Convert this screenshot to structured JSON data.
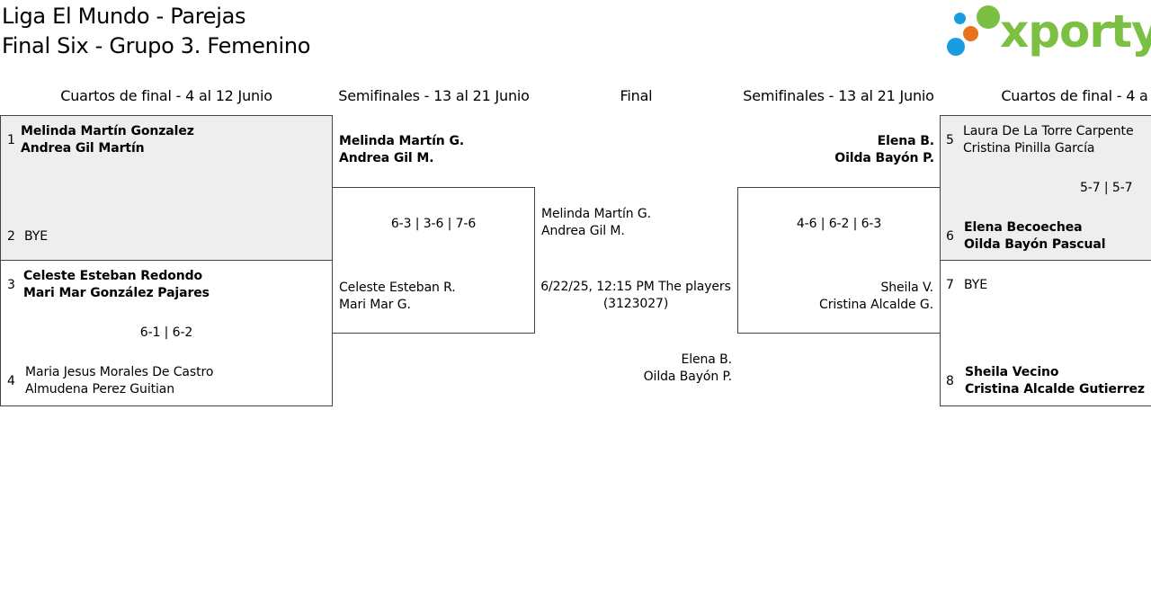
{
  "header": {
    "title_line1": "Liga El Mundo - Parejas",
    "title_line2": "Final Six - Grupo 3. Femenino"
  },
  "logo": {
    "text": "xporty",
    "colors": {
      "text": "#7bc043",
      "dot_blue": "#1a9ce0",
      "dot_orange": "#e8731a",
      "dot_green": "#7bc043"
    }
  },
  "columns": {
    "qf_left": "Cuartos de final - 4 al 12 Junio",
    "sf_left": "Semifinales - 13 al 21 Junio",
    "final": "Final",
    "sf_right": "Semifinales - 13 al 21 Junio",
    "qf_right": "Cuartos de final - 4 a"
  },
  "quarterfinals_left": [
    {
      "seed_top": "1",
      "team_top": [
        "Melinda Martín Gonzalez",
        "Andrea Gil Martín"
      ],
      "seed_bottom": "2",
      "team_bottom": [
        "BYE"
      ],
      "score": ""
    },
    {
      "seed_top": "3",
      "team_top": [
        "Celeste Esteban Redondo",
        "Mari Mar González Pajares"
      ],
      "seed_bottom": "4",
      "team_bottom": [
        "Maria Jesus Morales De Castro",
        "Almudena Perez Guitian"
      ],
      "score": "6-1 | 6-2"
    }
  ],
  "semifinal_left": {
    "team_top": [
      "Melinda Martín G.",
      "Andrea Gil M."
    ],
    "team_bottom": [
      "Celeste Esteban R.",
      "Mari Mar G."
    ],
    "score": "6-3 | 3-6 | 7-6"
  },
  "final": {
    "team_top": [
      "Melinda Martín G.",
      "Andrea Gil M."
    ],
    "info": "6/22/25, 12:15 PM The players (3123027)",
    "team_bottom": [
      "Elena B.",
      "Oilda Bayón P."
    ]
  },
  "semifinal_right": {
    "team_top": [
      "Elena B.",
      "Oilda Bayón P."
    ],
    "team_bottom": [
      "Sheila V.",
      "Cristina Alcalde G."
    ],
    "score": "4-6 | 6-2 | 6-3"
  },
  "quarterfinals_right": [
    {
      "seed_top": "5",
      "team_top": [
        "Laura De La Torre Carpente",
        "Cristina Pinilla García"
      ],
      "seed_bottom": "6",
      "team_bottom": [
        "Elena Becoechea",
        "Oilda Bayón Pascual"
      ],
      "score": "5-7 | 5-7"
    },
    {
      "seed_top": "7",
      "team_top": [
        "BYE"
      ],
      "seed_bottom": "8",
      "team_bottom": [
        "Sheila Vecino",
        "Cristina Alcalde Gutierrez"
      ],
      "score": ""
    }
  ]
}
